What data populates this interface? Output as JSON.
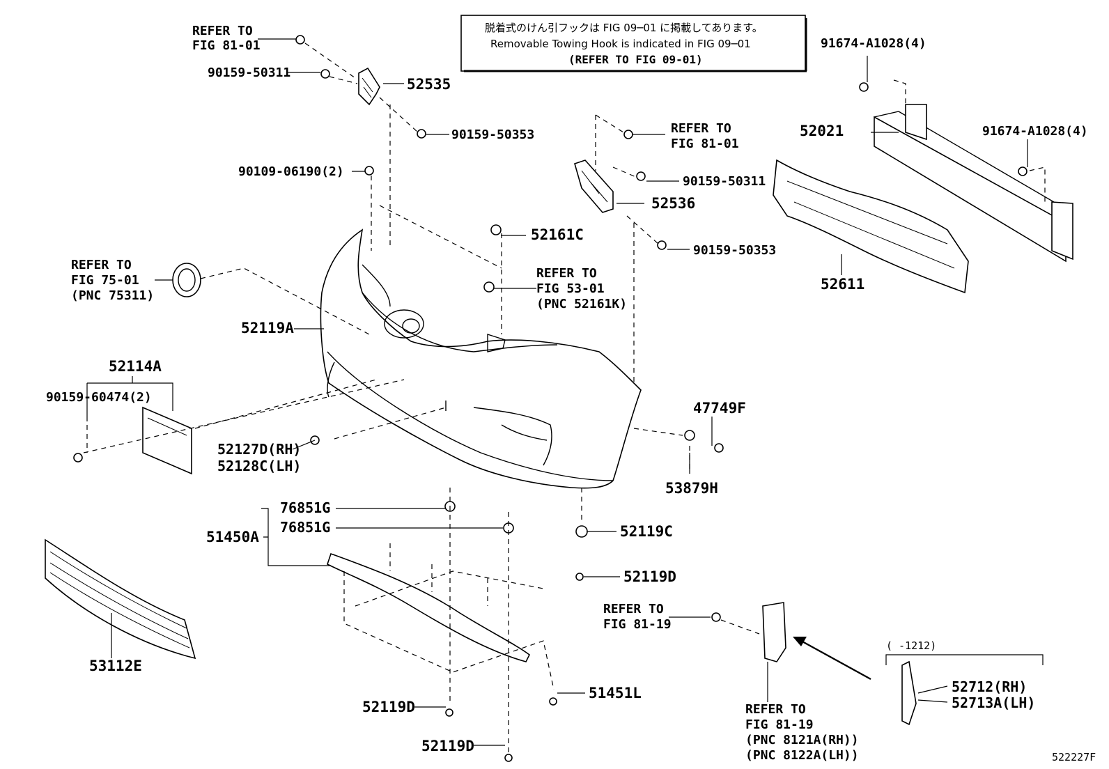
{
  "note": {
    "line1": "脱着式のけん引フックは FIG 09─01 に掲載してあります。",
    "line2": "Removable Towing Hook is indicated in FIG 09─01",
    "line3": "(REFER TO FIG 09-01)"
  },
  "labels": {
    "ref_81_01_a": [
      "REFER TO",
      "FIG 81-01"
    ],
    "p90159_50311_a": "90159-50311",
    "p52535": "52535",
    "p90159_50353_a": "90159-50353",
    "p90109_06190": "90109-06190(2)",
    "ref_81_01_b": [
      "REFER TO",
      "FIG 81-01"
    ],
    "p90159_50311_b": "90159-50311",
    "p52536": "52536",
    "p90159_50353_b": "90159-50353",
    "p52161C": "52161C",
    "ref_53_01": [
      "REFER TO",
      "FIG 53-01",
      "(PNC 52161K)"
    ],
    "ref_75_01": [
      "REFER TO",
      "FIG 75-01",
      "(PNC 75311)"
    ],
    "p52119A": "52119A",
    "p52114A": "52114A",
    "p90159_60474": "90159-60474(2)",
    "p52127D": "52127D(RH)",
    "p52128C": "52128C(LH)",
    "p91674_a": "91674-A1028(4)",
    "p52021": "52021",
    "p91674_b": "91674-A1028(4)",
    "p52611": "52611",
    "p47749F": "47749F",
    "p53879H": "53879H",
    "p76851G_a": "76851G",
    "p76851G_b": "76851G",
    "p51450A": "51450A",
    "p52119C": "52119C",
    "p52119D_a": "52119D",
    "p52119D_b": "52119D",
    "p52119D_c": "52119D",
    "p51451L": "51451L",
    "p53112E": "53112E",
    "ref_81_19_a": [
      "REFER TO",
      "FIG 81-19"
    ],
    "ref_81_19_b": [
      "REFER TO",
      "FIG 81-19",
      "(PNC 8121A(RH))",
      "(PNC 8122A(LH))"
    ],
    "range": "(    -1212)",
    "p52712": "52712(RH)",
    "p52713A": "52713A(LH)",
    "fig_code": "522227F"
  }
}
